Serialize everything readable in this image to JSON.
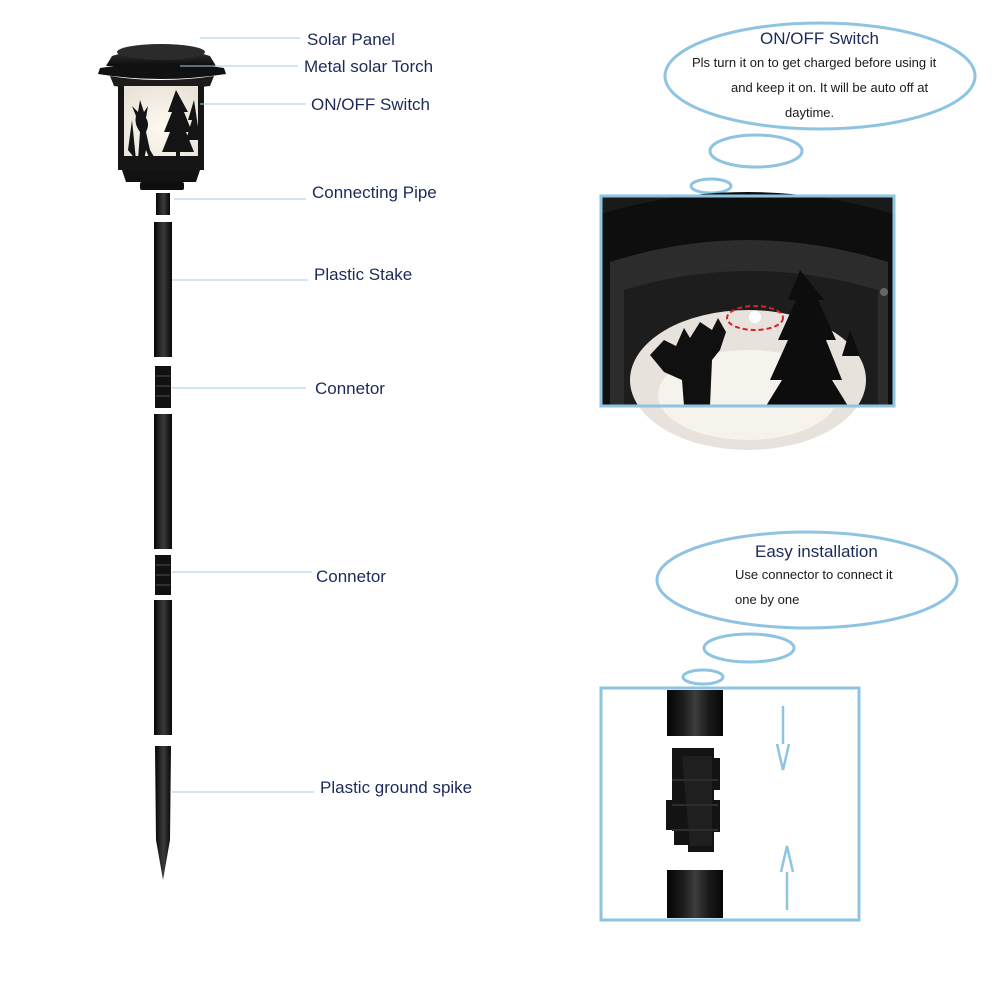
{
  "labels": {
    "solar_panel": "Solar Panel",
    "metal_torch": "Metal solar Torch",
    "on_off_switch": "ON/OFF Switch",
    "connecting_pipe": "Connecting Pipe",
    "plastic_stake": "Plastic Stake",
    "connector_1": "Connetor",
    "connector_2": "Connetor",
    "ground_spike": "Plastic ground spike"
  },
  "bubble_switch": {
    "title": "ON/OFF Switch",
    "line1": "Pls turn it on to get charged before using it",
    "line2": "and keep it on. It will be auto off at",
    "line3": "daytime."
  },
  "bubble_install": {
    "title": "Easy installation",
    "line1": "Use connector to connect it",
    "line2": "one by one"
  },
  "colors": {
    "leader_line": "#9fcfe8",
    "bubble_stroke": "#8ec4e2",
    "frame_stroke": "#8ec4e2",
    "label_text": "#1c2a5a",
    "product_black": "#141414",
    "highlight_ring": "#d0262a"
  },
  "icons": [
    "solar-torch-lamp",
    "deer-silhouette",
    "pine-tree-silhouette",
    "arrow-down-icon",
    "arrow-up-icon"
  ]
}
